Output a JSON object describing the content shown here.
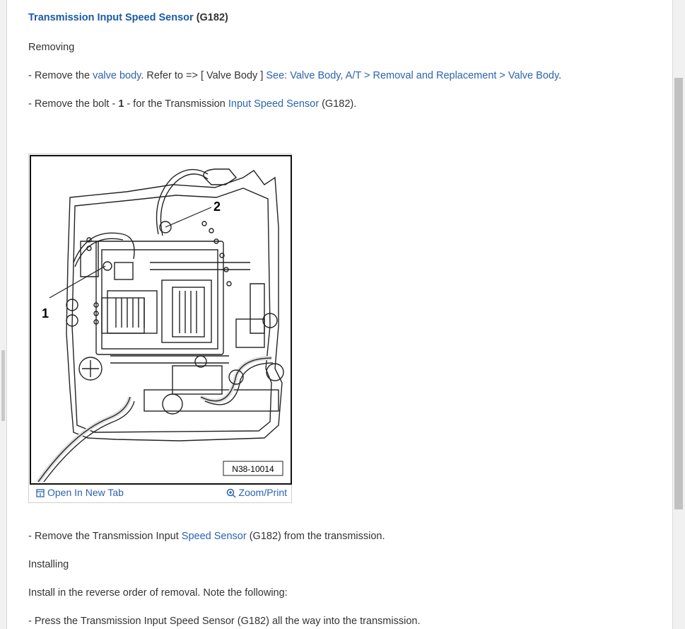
{
  "title": {
    "link_text": "Transmission Input Speed Sensor",
    "suffix": "(G182)"
  },
  "section_removing": "Removing",
  "step1": {
    "pre": "-  Remove the ",
    "link1": "valve body",
    "mid": ". Refer to => [ Valve Body ] ",
    "link2": "See: Valve Body, A/T > Removal and Replacement > Valve Body",
    "end": "."
  },
  "step2": {
    "pre": "-  Remove the bolt - ",
    "bold": "1",
    "mid": " - for the Transmission ",
    "link": "Input Speed Sensor",
    "end": " (G182)."
  },
  "figure": {
    "callout_1": "1",
    "callout_2": "2",
    "figure_id": "N38-10014",
    "open_label": "Open In New Tab",
    "zoom_label": "Zoom/Print"
  },
  "step3": {
    "pre": "-  Remove the Transmission Input ",
    "link": "Speed Sensor",
    "end": " (G182) from the transmission."
  },
  "section_installing": "Installing",
  "install_note": "Install in the reverse order of removal. Note the following:",
  "step4": "-  Press the Transmission Input Speed Sensor (G182) all the way into the transmission.",
  "colors": {
    "link": "#2b63b0",
    "title": "#1c5aa6",
    "text": "#333333"
  }
}
